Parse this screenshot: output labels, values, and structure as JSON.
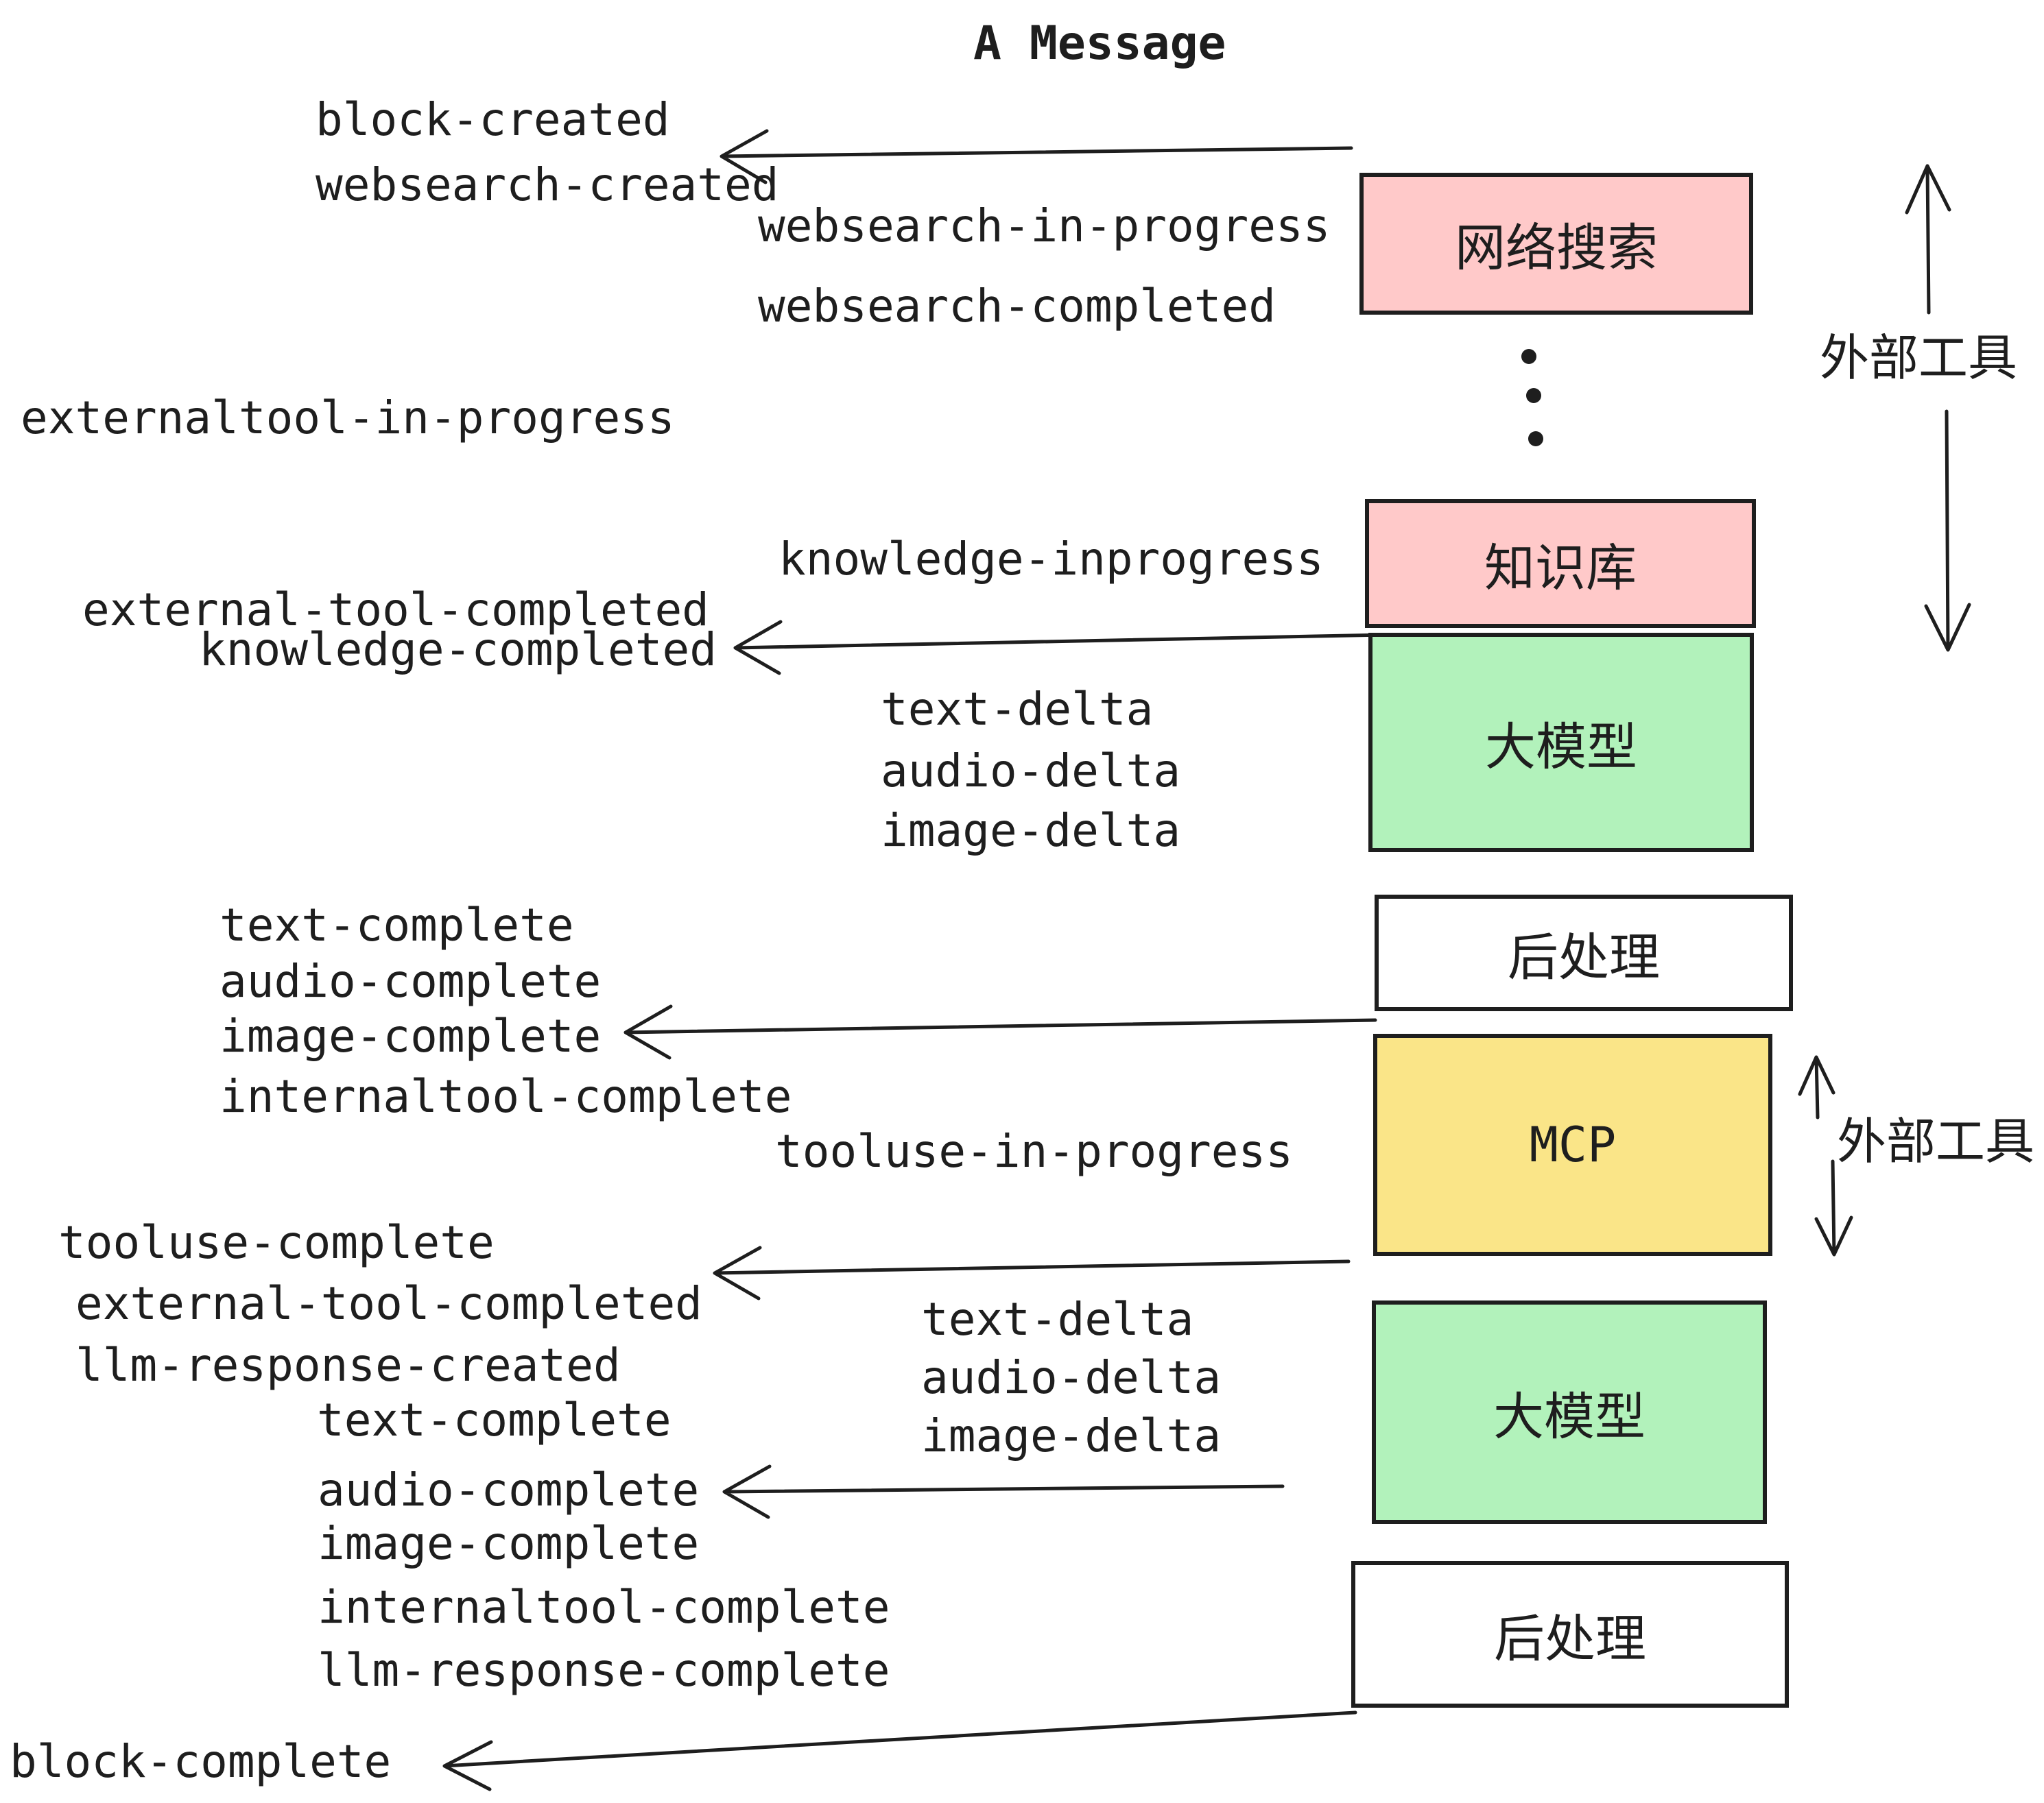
{
  "title": "A Message",
  "events": {
    "block_created": "block-created",
    "websearch_created": "websearch-created",
    "websearch_in_progress": "websearch-in-progress",
    "websearch_completed": "websearch-completed",
    "externaltool_in_progress": "externaltool-in-progress",
    "knowledge_inprogress": "knowledge-inprogress",
    "external_tool_completed_top": "external-tool-completed",
    "knowledge_completed": "knowledge-completed",
    "text_delta_top": "text-delta",
    "audio_delta_top": "audio-delta",
    "image_delta_top": "image-delta",
    "text_complete_top": "text-complete",
    "audio_complete_top": "audio-complete",
    "image_complete_top": "image-complete",
    "internaltool_complete_top": "internaltool-complete",
    "tooluse_in_progress": "tooluse-in-progress",
    "tooluse_complete": "tooluse-complete",
    "external_tool_completed_bottom": "external-tool-completed",
    "llm_response_created": "llm-response-created",
    "text_complete_bottom": "text-complete",
    "audio_complete_bottom": "audio-complete",
    "image_complete_bottom": "image-complete",
    "internaltool_complete_bottom": "internaltool-complete",
    "llm_response_complete": "llm-response-complete",
    "block_complete": "block-complete"
  },
  "boxes": {
    "websearch": "网络搜索",
    "knowledge": "知识库",
    "llm_top": "大模型",
    "post_top": "后处理",
    "mcp": "MCP",
    "llm_bottom": "大模型",
    "post_bottom": "后处理"
  },
  "side_labels": {
    "external_tools_top": "外部工具",
    "external_tools_mcp": "外部工具"
  },
  "colors": {
    "box_pink": "#ffc9c9",
    "box_green": "#b2f2bb",
    "box_yellow": "#fae588",
    "box_white": "#ffffff",
    "stroke": "#1e1e1e",
    "text": "#1e1e1e",
    "background": "#ffffff"
  }
}
